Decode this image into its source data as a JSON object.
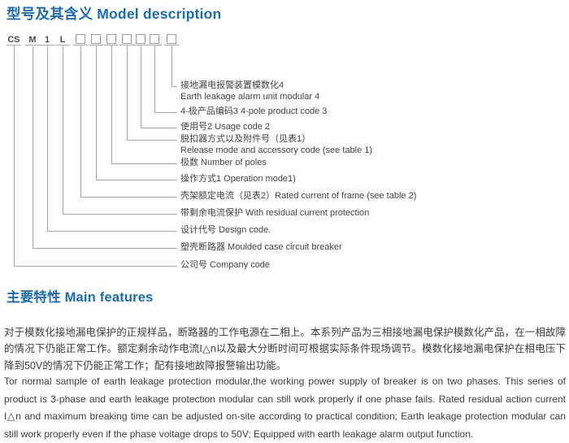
{
  "model_section": {
    "title": "型号及其含义  Model description",
    "code_positions": [
      "CS",
      "M",
      "1",
      "L",
      "",
      "",
      "",
      "",
      "",
      "",
      ""
    ],
    "labels": [
      {
        "lines": [
          "接地漏电报警装置模数化4",
          "Earth leakage alarm unit modular 4"
        ]
      },
      {
        "lines": [
          "4-极产品编码3  4-pole product code 3"
        ]
      },
      {
        "lines": [
          "使用号2 Usage code 2"
        ]
      },
      {
        "lines": [
          "脱扣器方式以及附件号（见表1）",
          "Release mode and accessory code (see table 1)"
        ]
      },
      {
        "lines": [
          "极数 Number of poles"
        ]
      },
      {
        "lines": [
          "操作方式1 Operation mode1)"
        ]
      },
      {
        "lines": [
          "壳架额定电流（见表2）Rated current of frame (see table 2)"
        ]
      },
      {
        "lines": [
          "带剩余电流保护 With residual current protection"
        ]
      },
      {
        "lines": [
          "设计代号 Design code."
        ]
      },
      {
        "lines": [
          "塑壳断路器 Moulded case circuit breaker"
        ]
      },
      {
        "lines": [
          "公司号 Company code"
        ]
      }
    ]
  },
  "features_section": {
    "title": "主要特性 Main features",
    "paragraph_zh": "对于模数化接地漏电保护的正规样品，断路器的工作电源在二相上。本系列产品为三相接地漏电保护模数化产品，在一相故障的情况下仍能正常工作。额定剩余动作电流I△n以及最大分断时间可根据实际条件现场调节。模数化接地漏电保护在相电压下降到50V的情况下仍能正常工作；配有接地故障报警输出功能。",
    "paragraph_en": "Tor normal sample of earth leakage protection modular,the  working power supply of breaker is on two phases. This series of product is 3-phase and earth leakage protection modular can still work properly if one phase fails. Rated residual action current I△n and maximum breaking time can be adjusted on-site according to practical condition; Earth leakage protection modular can still work properly even if the phase voltage drops to 50V; Equipped with earth leakage alarm output function."
  },
  "colors": {
    "heading_blue": "#1d6cb1",
    "line_gray": "#a8a8a8",
    "text_dark": "#3c3c3c"
  }
}
